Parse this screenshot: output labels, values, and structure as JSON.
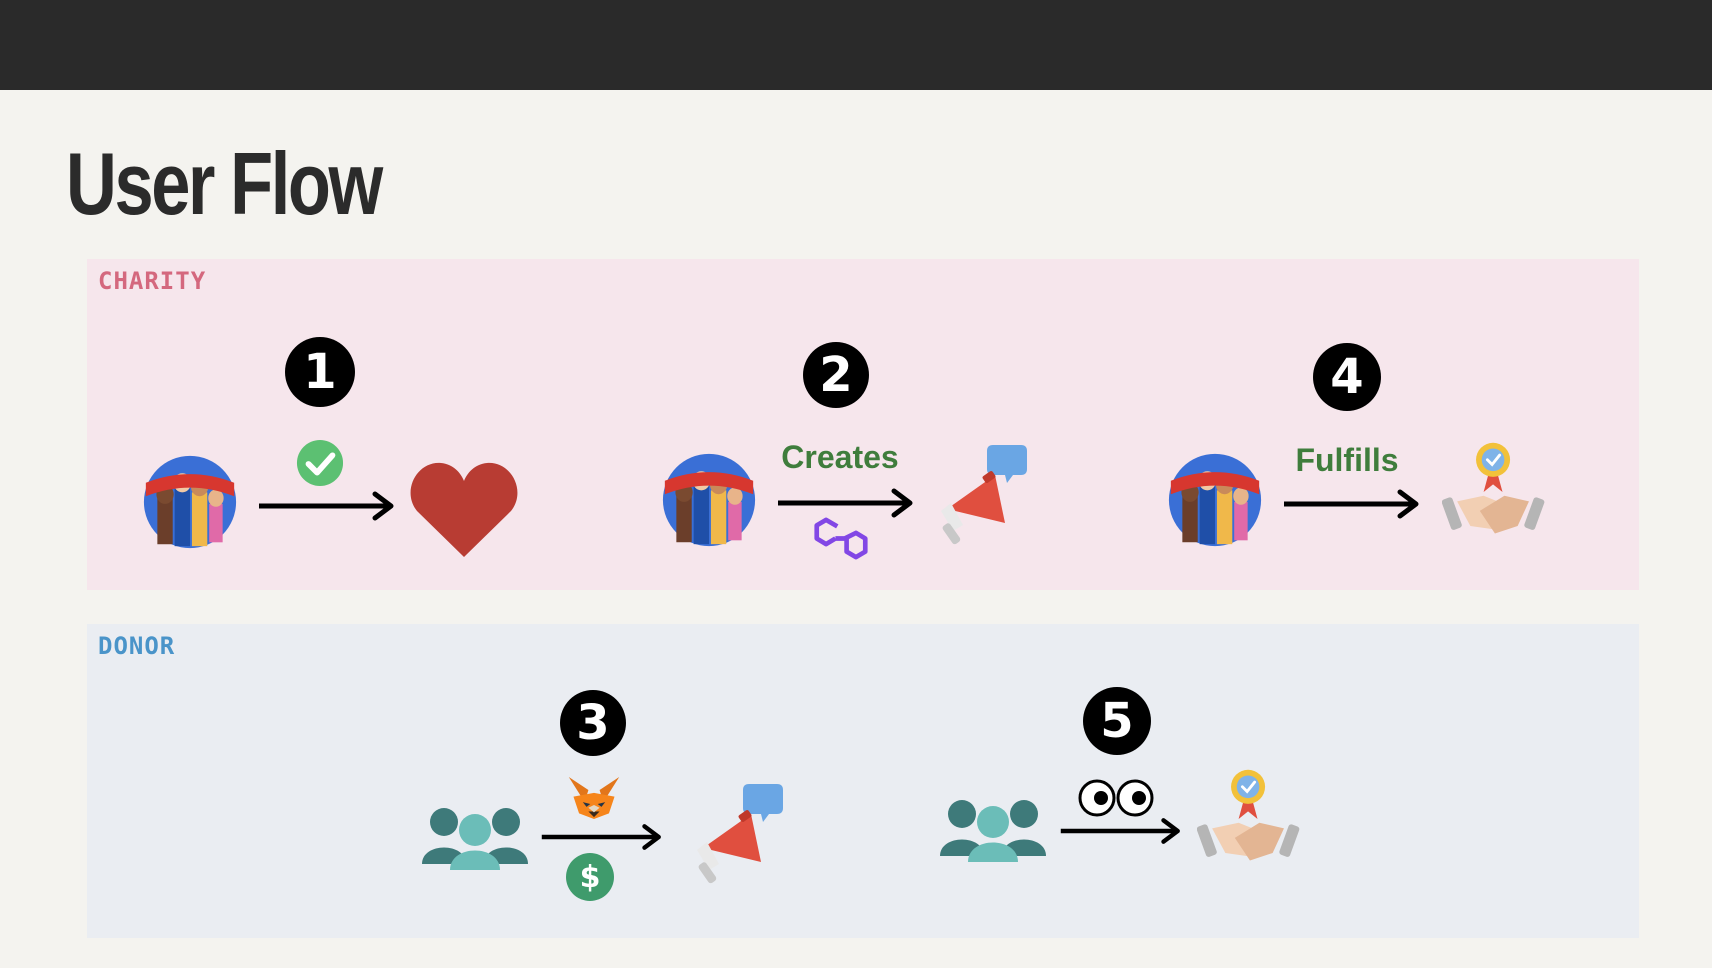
{
  "page": {
    "title": "User Flow"
  },
  "charity_lane": {
    "label": "CHARITY",
    "steps": [
      {
        "number": "1",
        "icons": [
          "charity-badge-icon",
          "checkmark-icon",
          "arrow-icon",
          "heart-icon"
        ]
      },
      {
        "number": "2",
        "verb": "Creates",
        "icons": [
          "charity-badge-icon",
          "arrow-icon",
          "polygon-logo-icon",
          "megaphone-icon"
        ]
      },
      {
        "number": "4",
        "verb": "Fulfills",
        "icons": [
          "charity-badge-icon",
          "arrow-icon",
          "handshake-badge-icon"
        ]
      }
    ],
    "badge_text": "CHARITY"
  },
  "donor_lane": {
    "label": "DONOR",
    "steps": [
      {
        "number": "3",
        "icons": [
          "people-icon",
          "metamask-fox-icon",
          "arrow-icon",
          "dollar-coin-icon",
          "megaphone-icon"
        ]
      },
      {
        "number": "5",
        "icons": [
          "people-icon",
          "eyes-icon",
          "arrow-icon",
          "handshake-badge-icon"
        ]
      }
    ],
    "coin_symbol": "$"
  },
  "colors": {
    "topbar": "#2a2a2a",
    "background": "#f4f3ef",
    "charity_panel": "#f6e6ec",
    "donor_panel": "#eaedf2",
    "charity_label": "#d4687e",
    "donor_label": "#4a94c9",
    "verb_text": "#3f7d3c",
    "heart": "#b83c33",
    "check": "#5cc072",
    "megaphone": "#e04f3f",
    "polygon": "#8247e5",
    "people": "#3e7a7a",
    "coin": "#3f9b6c"
  }
}
